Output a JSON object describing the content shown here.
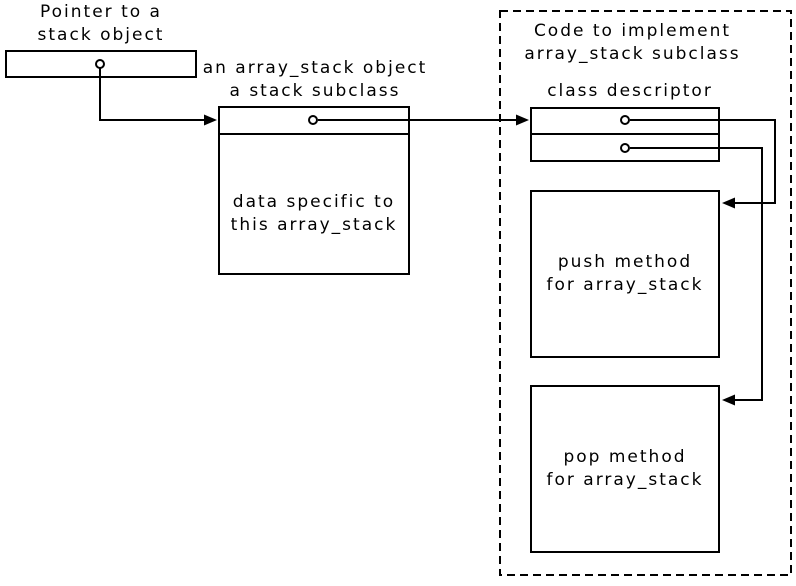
{
  "labels": {
    "pointer": {
      "l1": "Pointer to a",
      "l2": "stack object"
    },
    "array_stack": {
      "l1": "an array_stack object",
      "l2": "a stack subclass"
    },
    "data_area": {
      "l1": "data specific to",
      "l2": "this array_stack"
    },
    "code_title": {
      "l1": "Code to implement",
      "l2": "array_stack subclass"
    },
    "class_descriptor": "class descriptor",
    "push": {
      "l1": "push method",
      "l2": "for array_stack"
    },
    "pop": {
      "l1": "pop method",
      "l2": "for array_stack"
    }
  },
  "colors": {
    "line": "#000000",
    "background": "#ffffff",
    "text": "#000000"
  }
}
